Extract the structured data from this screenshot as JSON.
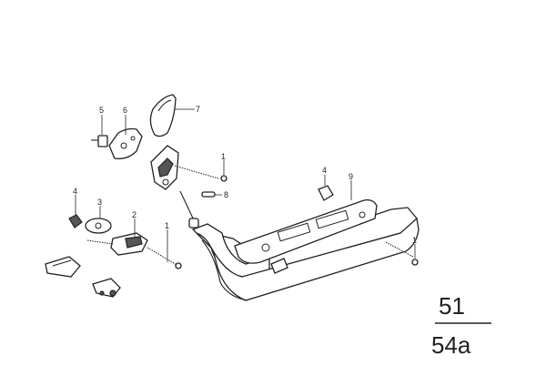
{
  "callouts": {
    "c1a": "1",
    "c1b": "1",
    "c1c": "1",
    "c2": "2",
    "c3": "3",
    "c4a": "4",
    "c4b": "4",
    "c5": "5",
    "c6": "6",
    "c7": "7",
    "c8": "8",
    "c9": "9"
  },
  "reference": {
    "group": "51",
    "sheet": "54a"
  }
}
